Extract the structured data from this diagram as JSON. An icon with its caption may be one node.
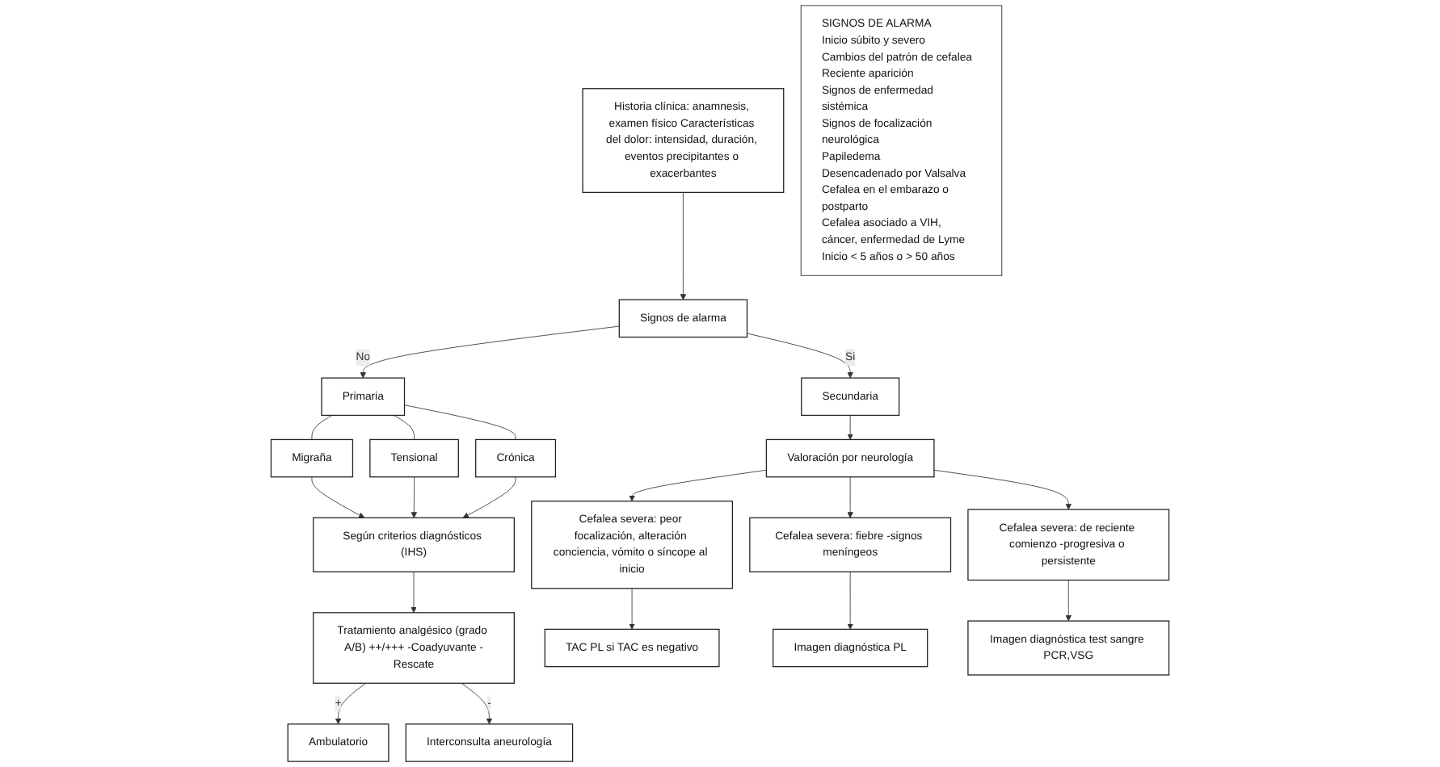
{
  "diagram": {
    "nodes": [
      {
        "text": [
          "Historia clínica: anamnesis, examen físico Características del dolor: intensidad, duración, eventos precipitantes o exacerbantes"
        ]
      },
      {
        "text": [
          "Signos de alarma"
        ]
      },
      {
        "text": [
          "Primaria"
        ]
      },
      {
        "text": [
          "Secundaria"
        ]
      },
      {
        "text": [
          "Migraña"
        ]
      },
      {
        "text": [
          "Tensional"
        ]
      },
      {
        "text": [
          "Crónica"
        ]
      },
      {
        "text": [
          "Según criterios diagnósticos (IHS)"
        ]
      },
      {
        "text": [
          "Tratamiento analgésico (grado A/B) ++/+++ -Coadyuvante -Rescate"
        ]
      },
      {
        "text": [
          "Ambulatorio"
        ]
      },
      {
        "text": [
          "Interconsulta aneurología"
        ]
      },
      {
        "text": [
          "Valoración por neurología"
        ]
      },
      {
        "text": [
          "Cefalea severa: peor focalización, alteración conciencia, vómito o síncope al inicio"
        ]
      },
      {
        "text": [
          "Cefalea severa: fiebre -signos meníngeos"
        ]
      },
      {
        "text": [
          "Cefalea severa: de reciente comienzo -progresiva o persistente"
        ]
      },
      {
        "text": [
          "TAC PL si TAC es negativo"
        ]
      },
      {
        "text": [
          "Imagen diagnóstica PL"
        ]
      },
      {
        "text": [
          "Imagen diagnóstica test sangre PCR,VSG"
        ]
      },
      {
        "text": [
          "SIGNOS DE ALARMA",
          "Inicio súbito y severo",
          "Cambios del patrón de cefalea",
          "Reciente aparición",
          "Signos de enfermedad sistémica",
          "Signos de focalización neurológica",
          "Papiledema",
          "Desencadenado por Valsalva",
          "Cefalea en el embarazo o postparto",
          "Cefalea asociado a VIH, cáncer, enfermedad de Lyme",
          "Inicio < 5 años o > 50 años"
        ]
      }
    ],
    "edges": [
      {
        "from": 0,
        "to": 1,
        "arrow": "to"
      },
      {
        "from": 1,
        "to": 2,
        "arrow": "to",
        "label": "No"
      },
      {
        "from": 1,
        "to": 3,
        "arrow": "to",
        "label": "Si"
      },
      {
        "from": 2,
        "to": 4,
        "arrow": "none"
      },
      {
        "from": 2,
        "to": 5,
        "arrow": "none"
      },
      {
        "from": 2,
        "to": 6,
        "arrow": "none"
      },
      {
        "from": 4,
        "to": 7,
        "arrow": "to"
      },
      {
        "from": 5,
        "to": 7,
        "arrow": "to"
      },
      {
        "from": 6,
        "to": 7,
        "arrow": "to"
      },
      {
        "from": 7,
        "to": 8,
        "arrow": "to"
      },
      {
        "from": 8,
        "to": 9,
        "arrow": "to",
        "label": "+"
      },
      {
        "from": 8,
        "to": 10,
        "arrow": "to",
        "label": "-"
      },
      {
        "from": 3,
        "to": 11,
        "arrow": "to"
      },
      {
        "from": 11,
        "to": 12,
        "arrow": "to"
      },
      {
        "from": 11,
        "to": 13,
        "arrow": "to"
      },
      {
        "from": 11,
        "to": 14,
        "arrow": "to"
      },
      {
        "from": 12,
        "to": 15,
        "arrow": "to"
      },
      {
        "from": 13,
        "to": 16,
        "arrow": "to"
      },
      {
        "from": 14,
        "to": 17,
        "arrow": "to"
      }
    ]
  }
}
